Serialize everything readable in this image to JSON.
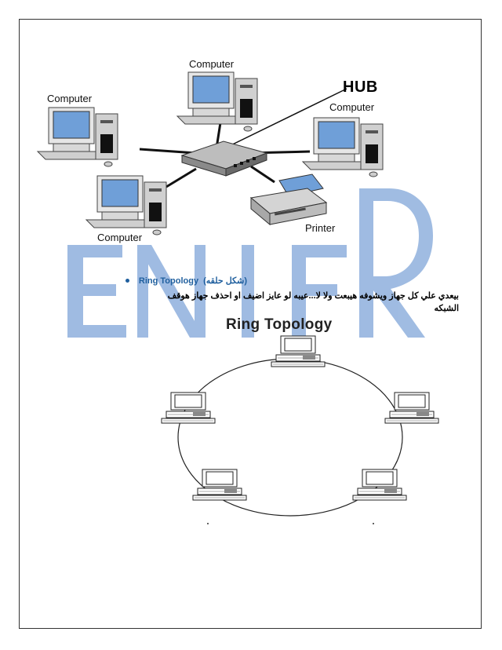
{
  "star_diagram": {
    "nodes": {
      "top": "Computer",
      "left": "Computer",
      "right": "Computer",
      "bottom_left": "Computer",
      "printer": "Printer"
    },
    "hub_label": "HUB"
  },
  "watermark": {
    "text": "ENIFR",
    "color": "#9bb8e0"
  },
  "section": {
    "bullet_en": "Ring Topology",
    "bullet_ar": "(شكل حلقه)",
    "body": "بيعدي علي كل جهاز ويشوفه هيبعت ولا لا...عيبه لو عايز اضيف او احذف جهاز هوقف الشبكه"
  },
  "ring_diagram": {
    "title": "Ring Topology"
  }
}
